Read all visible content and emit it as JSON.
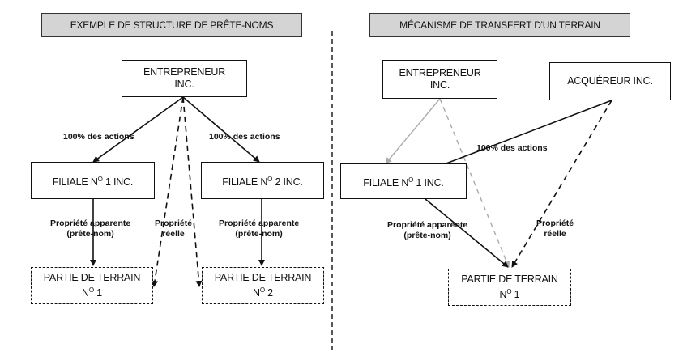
{
  "left": {
    "header": "EXEMPLE DE STRUCTURE DE PRÊTE-NOMS",
    "entrepreneur": {
      "line1": "ENTREPRENEUR",
      "line2": "INC."
    },
    "filiale1": {
      "prefix": "FILIALE N",
      "sup": "O",
      "suffix": " 1 INC."
    },
    "filiale2": {
      "prefix": "FILIALE N",
      "sup": "O",
      "suffix": " 2 INC."
    },
    "terrain1": {
      "line1": "PARTIE DE TERRAIN",
      "prefix": "N",
      "sup": "O",
      "suffix": " 1"
    },
    "terrain2": {
      "line1": "PARTIE DE TERRAIN",
      "prefix": "N",
      "sup": "O",
      "suffix": " 2"
    },
    "actions_label_1": "100% des actions",
    "actions_label_2": "100% des actions",
    "apparente_1": {
      "line1": "Propriété apparente",
      "line2": "(prête-nom)"
    },
    "apparente_2": {
      "line1": "Propriété apparente",
      "line2": "(prête-nom)"
    },
    "reelle": {
      "line1": "Propriété",
      "line2": "réelle"
    }
  },
  "right": {
    "header": "MÉCANISME DE TRANSFERT D'UN TERRAIN",
    "entrepreneur": {
      "line1": "ENTREPRENEUR",
      "line2": "INC."
    },
    "acquereur": "ACQUÉREUR INC.",
    "filiale1": {
      "prefix": "FILIALE N",
      "sup": "O",
      "suffix": " 1 INC."
    },
    "terrain1": {
      "line1": "PARTIE DE TERRAIN",
      "prefix": "N",
      "sup": "O",
      "suffix": " 1"
    },
    "actions_label": "100% des actions",
    "apparente": {
      "line1": "Propriété apparente",
      "line2": "(prête-nom)"
    },
    "reelle": {
      "line1": "Propriété",
      "line2": "réelle"
    }
  },
  "colors": {
    "header_bg": "#d4d4d4",
    "line": "#111111",
    "faded_line": "#aaaaaa"
  }
}
